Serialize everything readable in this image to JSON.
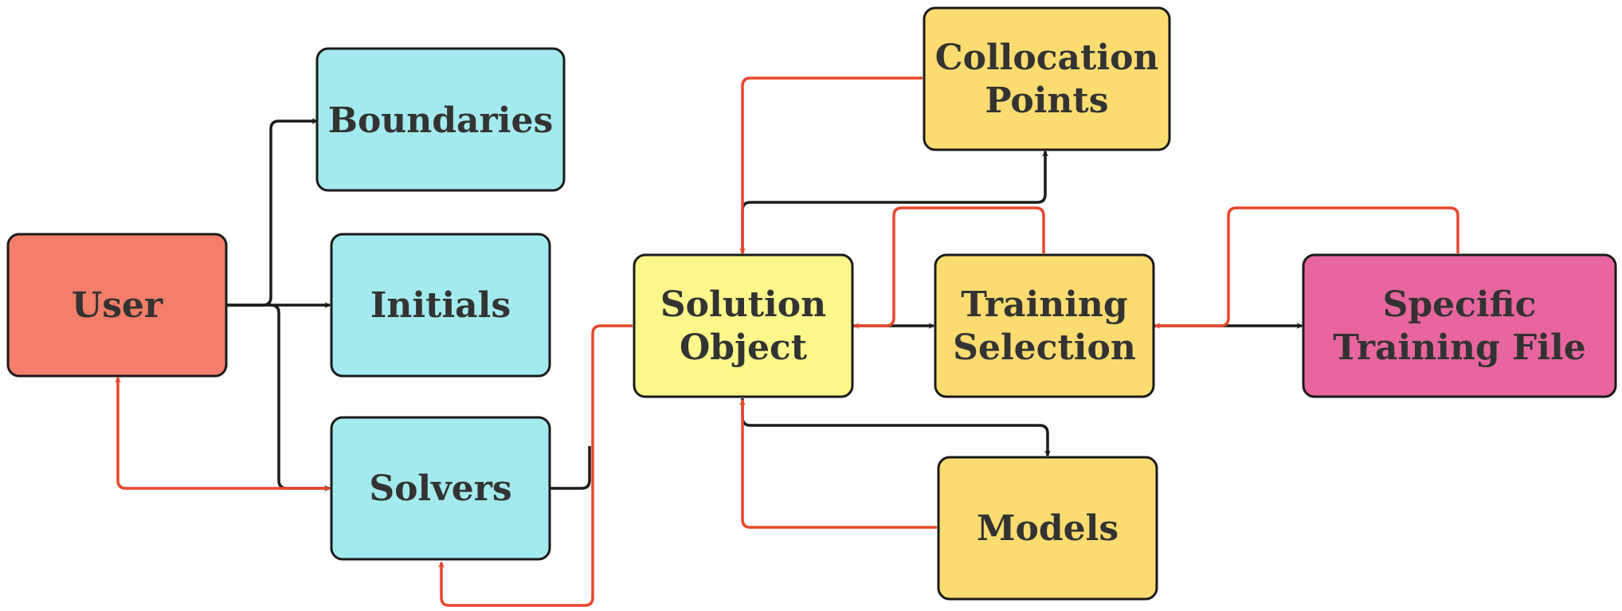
{
  "nodes": {
    "user": {
      "label": "User"
    },
    "boundaries": {
      "label": "Boundaries"
    },
    "initials": {
      "label": "Initials"
    },
    "solvers": {
      "label": "Solvers"
    },
    "solution_object": {
      "lines": [
        "Solution",
        "Object"
      ]
    },
    "collocation_points": {
      "lines": [
        "Collocation",
        "Points"
      ]
    },
    "training_selection": {
      "lines": [
        "Training",
        "Selection"
      ]
    },
    "specific_training_file": {
      "lines": [
        "Specific",
        "Training File"
      ]
    },
    "models": {
      "label": "Models"
    }
  },
  "colors": {
    "user": "#f37e6a",
    "cyan": "#a2eaed",
    "light_yellow": "#fdf68a",
    "yellow": "#fbdc70",
    "pink": "#e8669d",
    "arrow_black": "#1a1a1a",
    "arrow_red": "#e8472c",
    "text": "#333333"
  }
}
